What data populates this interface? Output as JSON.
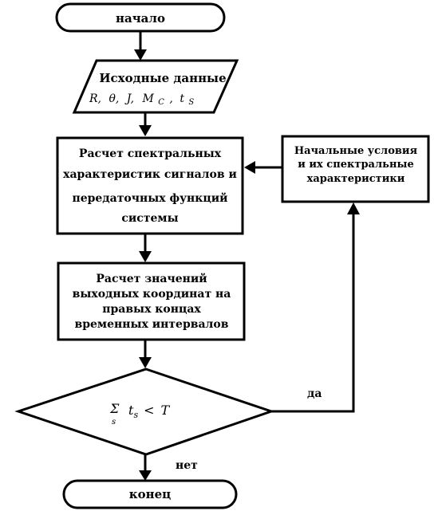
{
  "flowchart": {
    "start_label": "начало",
    "input": {
      "title": "Исходные данные",
      "params": [
        "R,",
        "θ,",
        "J,",
        "M",
        "C",
        ",",
        "t",
        "S"
      ]
    },
    "process1": {
      "lines": [
        "Расчет спектральных",
        "характеристик сигналов и",
        "передаточных функций",
        "системы"
      ]
    },
    "process2": {
      "lines": [
        "Расчет значений",
        "выходных координат на",
        "правых концах",
        "временных интервалов"
      ]
    },
    "side_box": {
      "lines": [
        "Начальные условия",
        "и их спектральные",
        "характеристики"
      ]
    },
    "decision": {
      "sum_symbol": "Σ",
      "sum_index": "s",
      "term": "t",
      "term_sub": "s",
      "relation": "<",
      "limit": "T"
    },
    "yes_label": "да",
    "no_label": "нет",
    "end_label": "конец"
  }
}
